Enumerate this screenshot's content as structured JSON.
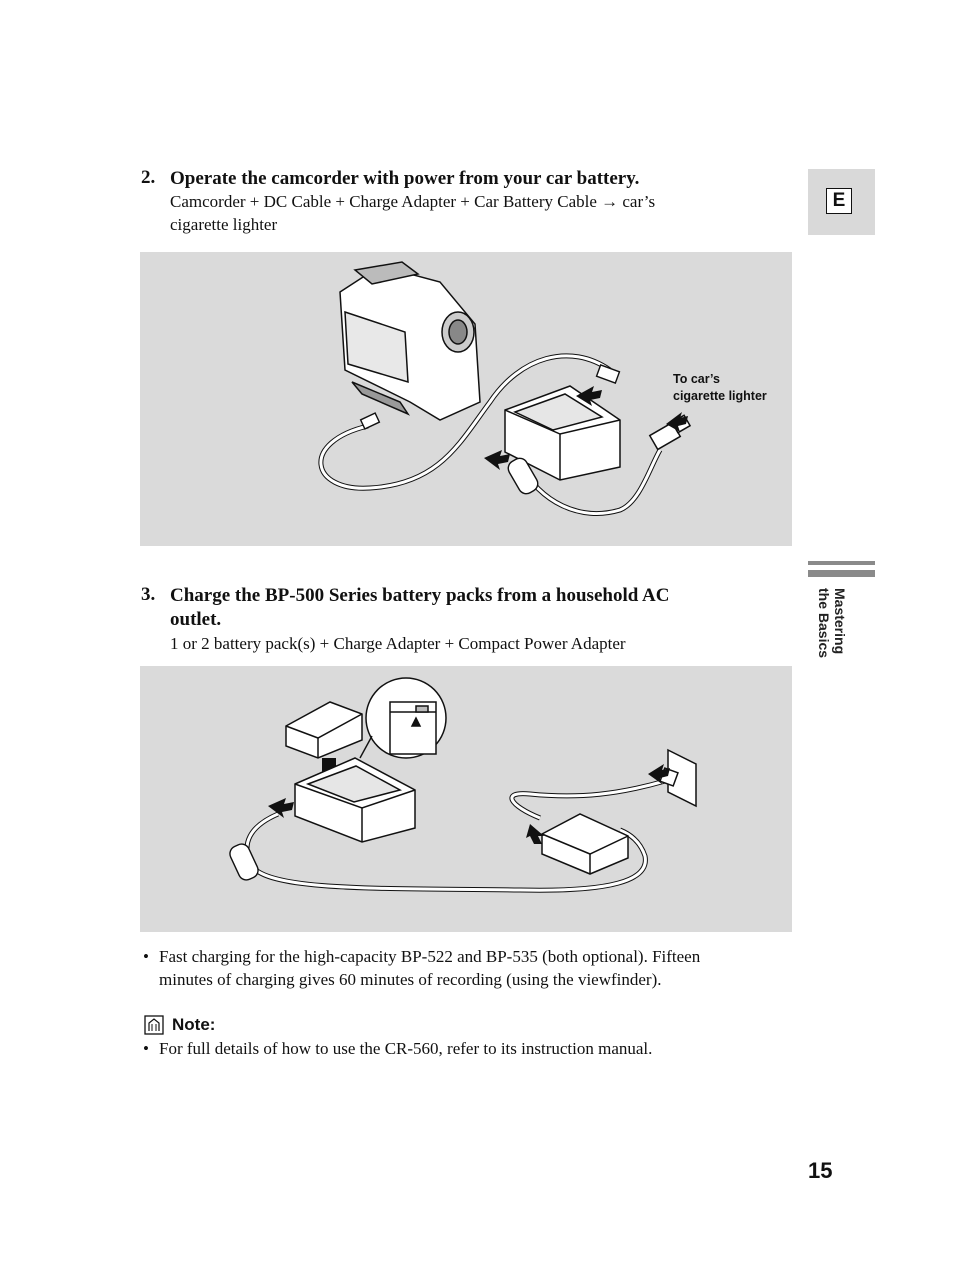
{
  "side": {
    "language": "E",
    "section_line1": "Mastering",
    "section_line2": "the Basics"
  },
  "step2": {
    "number": "2.",
    "title": "Operate the camcorder with power from your car battery.",
    "body_line1": "Camcorder + DC Cable + Charge Adapter + Car Battery Cable → car’s",
    "body_line2": "cigarette lighter",
    "callout_line1": "To car’s",
    "callout_line2": "cigarette lighter"
  },
  "step3": {
    "number": "3.",
    "title_line1": "Charge the BP-500 Series battery packs from a household AC",
    "title_line2": "outlet.",
    "body": "1 or 2 battery pack(s) + Charge Adapter + Compact Power Adapter"
  },
  "bullets": {
    "fast_line1": "Fast charging for the high-capacity BP-522 and BP-535 (both optional). Fifteen",
    "fast_line2": "minutes of charging gives 60 minutes of recording (using the viewfinder).",
    "bullet_char": "•"
  },
  "note": {
    "label": "Note:",
    "icon": "note-icon",
    "text": "For full details of how to use the CR-560, refer to its instruction manual."
  },
  "footer": {
    "page_number": "15"
  }
}
